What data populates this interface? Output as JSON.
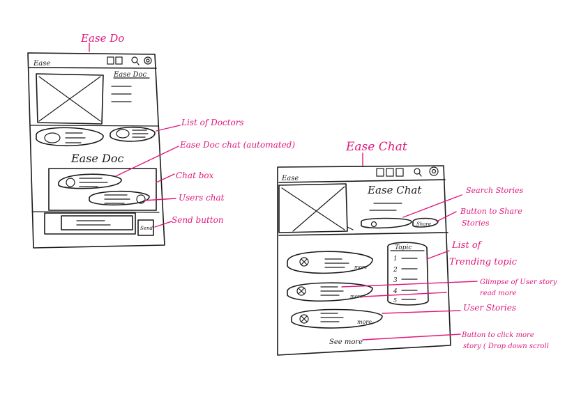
{
  "titles": {
    "ease_do": "Ease Do",
    "ease_chat": "Ease Chat"
  },
  "ease_do_mockup": {
    "brand": "Ease",
    "header_title": "Ease Doc",
    "section_title": "Ease Doc",
    "send_button": "Send"
  },
  "ease_chat_mockup": {
    "brand": "Ease",
    "header_title": "Ease Chat",
    "share_button": "Share",
    "topic_header": "Topic",
    "topic_numbers": [
      "1",
      "2",
      "3",
      "4",
      "5"
    ],
    "more_label": "more",
    "see_more": "See more"
  },
  "annotations": {
    "list_of_doctors": "List of Doctors",
    "ease_doc_chat": "Ease Doc chat (automated)",
    "chat_box": "Chat box",
    "users_chat": "Users chat",
    "send_button": "Send button",
    "search_stories": "Search Stories",
    "button_share_line1": "Button to Share",
    "button_share_line2": "Stories",
    "trending_line1": "List of",
    "trending_line2": "Trending topic",
    "glimpse_line1": "Glimpse of User story",
    "glimpse_line2": "read more",
    "user_stories": "User Stories",
    "click_more_line1": "Button to click more",
    "click_more_line2": "story ( Drop down scroll"
  },
  "colors": {
    "ink": "#1a1a1a",
    "annotation": "#e0197d",
    "paper": "#ffffff"
  }
}
